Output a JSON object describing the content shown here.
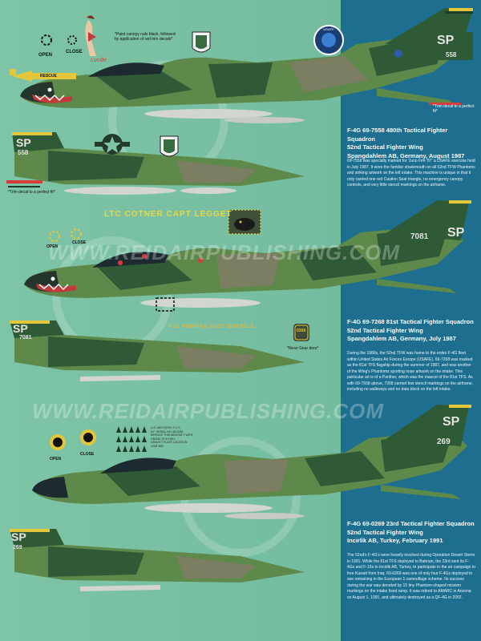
{
  "sheet": {
    "watermark_text": "WWW.REIDAIRPUBLISHING.COM",
    "colors": {
      "background": "#7ec4a7",
      "sidebar": "#1e6f8f",
      "camo_dark": "#2f5a36",
      "camo_mid": "#5d8a4a",
      "camo_tan": "#7b7e60"
    }
  },
  "aircraft1": {
    "caption": [
      "F-4G 69-7558 480th Tactical Fighter Squadron",
      "52nd Tactical Fighter Wing",
      "Spangdahlem AB, Germany,  August 1987"
    ],
    "description": "69-7558 was specially marked for 'Juno Fire '87' a USAFE exercise held in July 1987.  It wore the familiar sharkmouth on all 52nd TFW Phantoms and striking artwork on the left intake.  This machine is unique in that it only carried one red Caution Seat triangle, no emergency canopy controls, and very little stencil markings on the airframe.",
    "tail_code": "SP",
    "serial": "558",
    "rescue_label": "RESCUE",
    "open_label": "OPEN",
    "close_label": "CLOSE",
    "note_canopy": "*Paint canopy rails black, followed by application of red trim decals*",
    "note_trim_1": "*Trim decal to a perfect fit*",
    "note_trim_2": "*Trim decal to a perfect fit*",
    "noseart_script": "Lucille"
  },
  "aircraft2": {
    "caption": [
      "F-4G 69-7268 81st Tactical Fighter Squadron",
      "52nd Tactical Fighter Wing",
      "Spangdahlem AB, Germany, July 1987"
    ],
    "description": "During the 1980s, the 52nd TFW was home to the entire F-4G fleet within United States Air Forces Europe (USAFE).  69-7268 was marked as the 81st TFS flagship during the summer of 1987, and was another of the Wing's Phantoms sporting nose artwork on the intake.  This particular art is of a Panther, which was the mascot of the 81st TFS.  As with 69-7558 above, 7268 carried few stencil markings on the airframe, including no walkways and no data block on the left intake.",
    "tail_code": "SP",
    "serial": "7081",
    "crew_top": "LTC COTNER  CAPT LEGGET",
    "crew_ground": "A1C  NORMAN  SSGT BURRELL",
    "open_label": "OPEN",
    "close_label": "CLOSE",
    "nose_gear_door": "0268",
    "note_nose_gear": "*Nose Gear door*"
  },
  "aircraft3": {
    "caption": [
      "F-4G 69-0269 23rd Tactical Fighter Squadron",
      "52nd Tactical Fighter Wing",
      "Incirlik AB, Turkey, February 1991"
    ],
    "description": "The 52nd's F-4G's were heavily involved during Operation Desert Storm in 1991.  While the 81st TFS deployed to Bahrain, the 23rd sent its F-4Gs and F-16s to Incirlik AB, Turkey, to participate in the air campaign to free Kuwait from Iraq.  69-0269 was one of only four F-4Gs deployed to see remaining in the European 1 camouflage scheme.  Its success during the war was denoted by 15 tiny Phantom-shaped mission markings on the intake fixed ramp.  It was retired to AMARC in Arizona on August 1, 1991, and ultimately destroyed as a QF-4G in 2002.",
    "tail_code": "SP",
    "serial": "269",
    "open_label": "OPEN",
    "close_label": "CLOSE",
    "data_block": "U.S. AIR FORCE  F-4 G\nA.F. SERIAL NO. 69-0269\nSERVICE THIS AIRCRAFT WITH\nGRADE  JP-8  FUEL\nGRAVITY PLATE LOCATION\n220R  30R"
  }
}
